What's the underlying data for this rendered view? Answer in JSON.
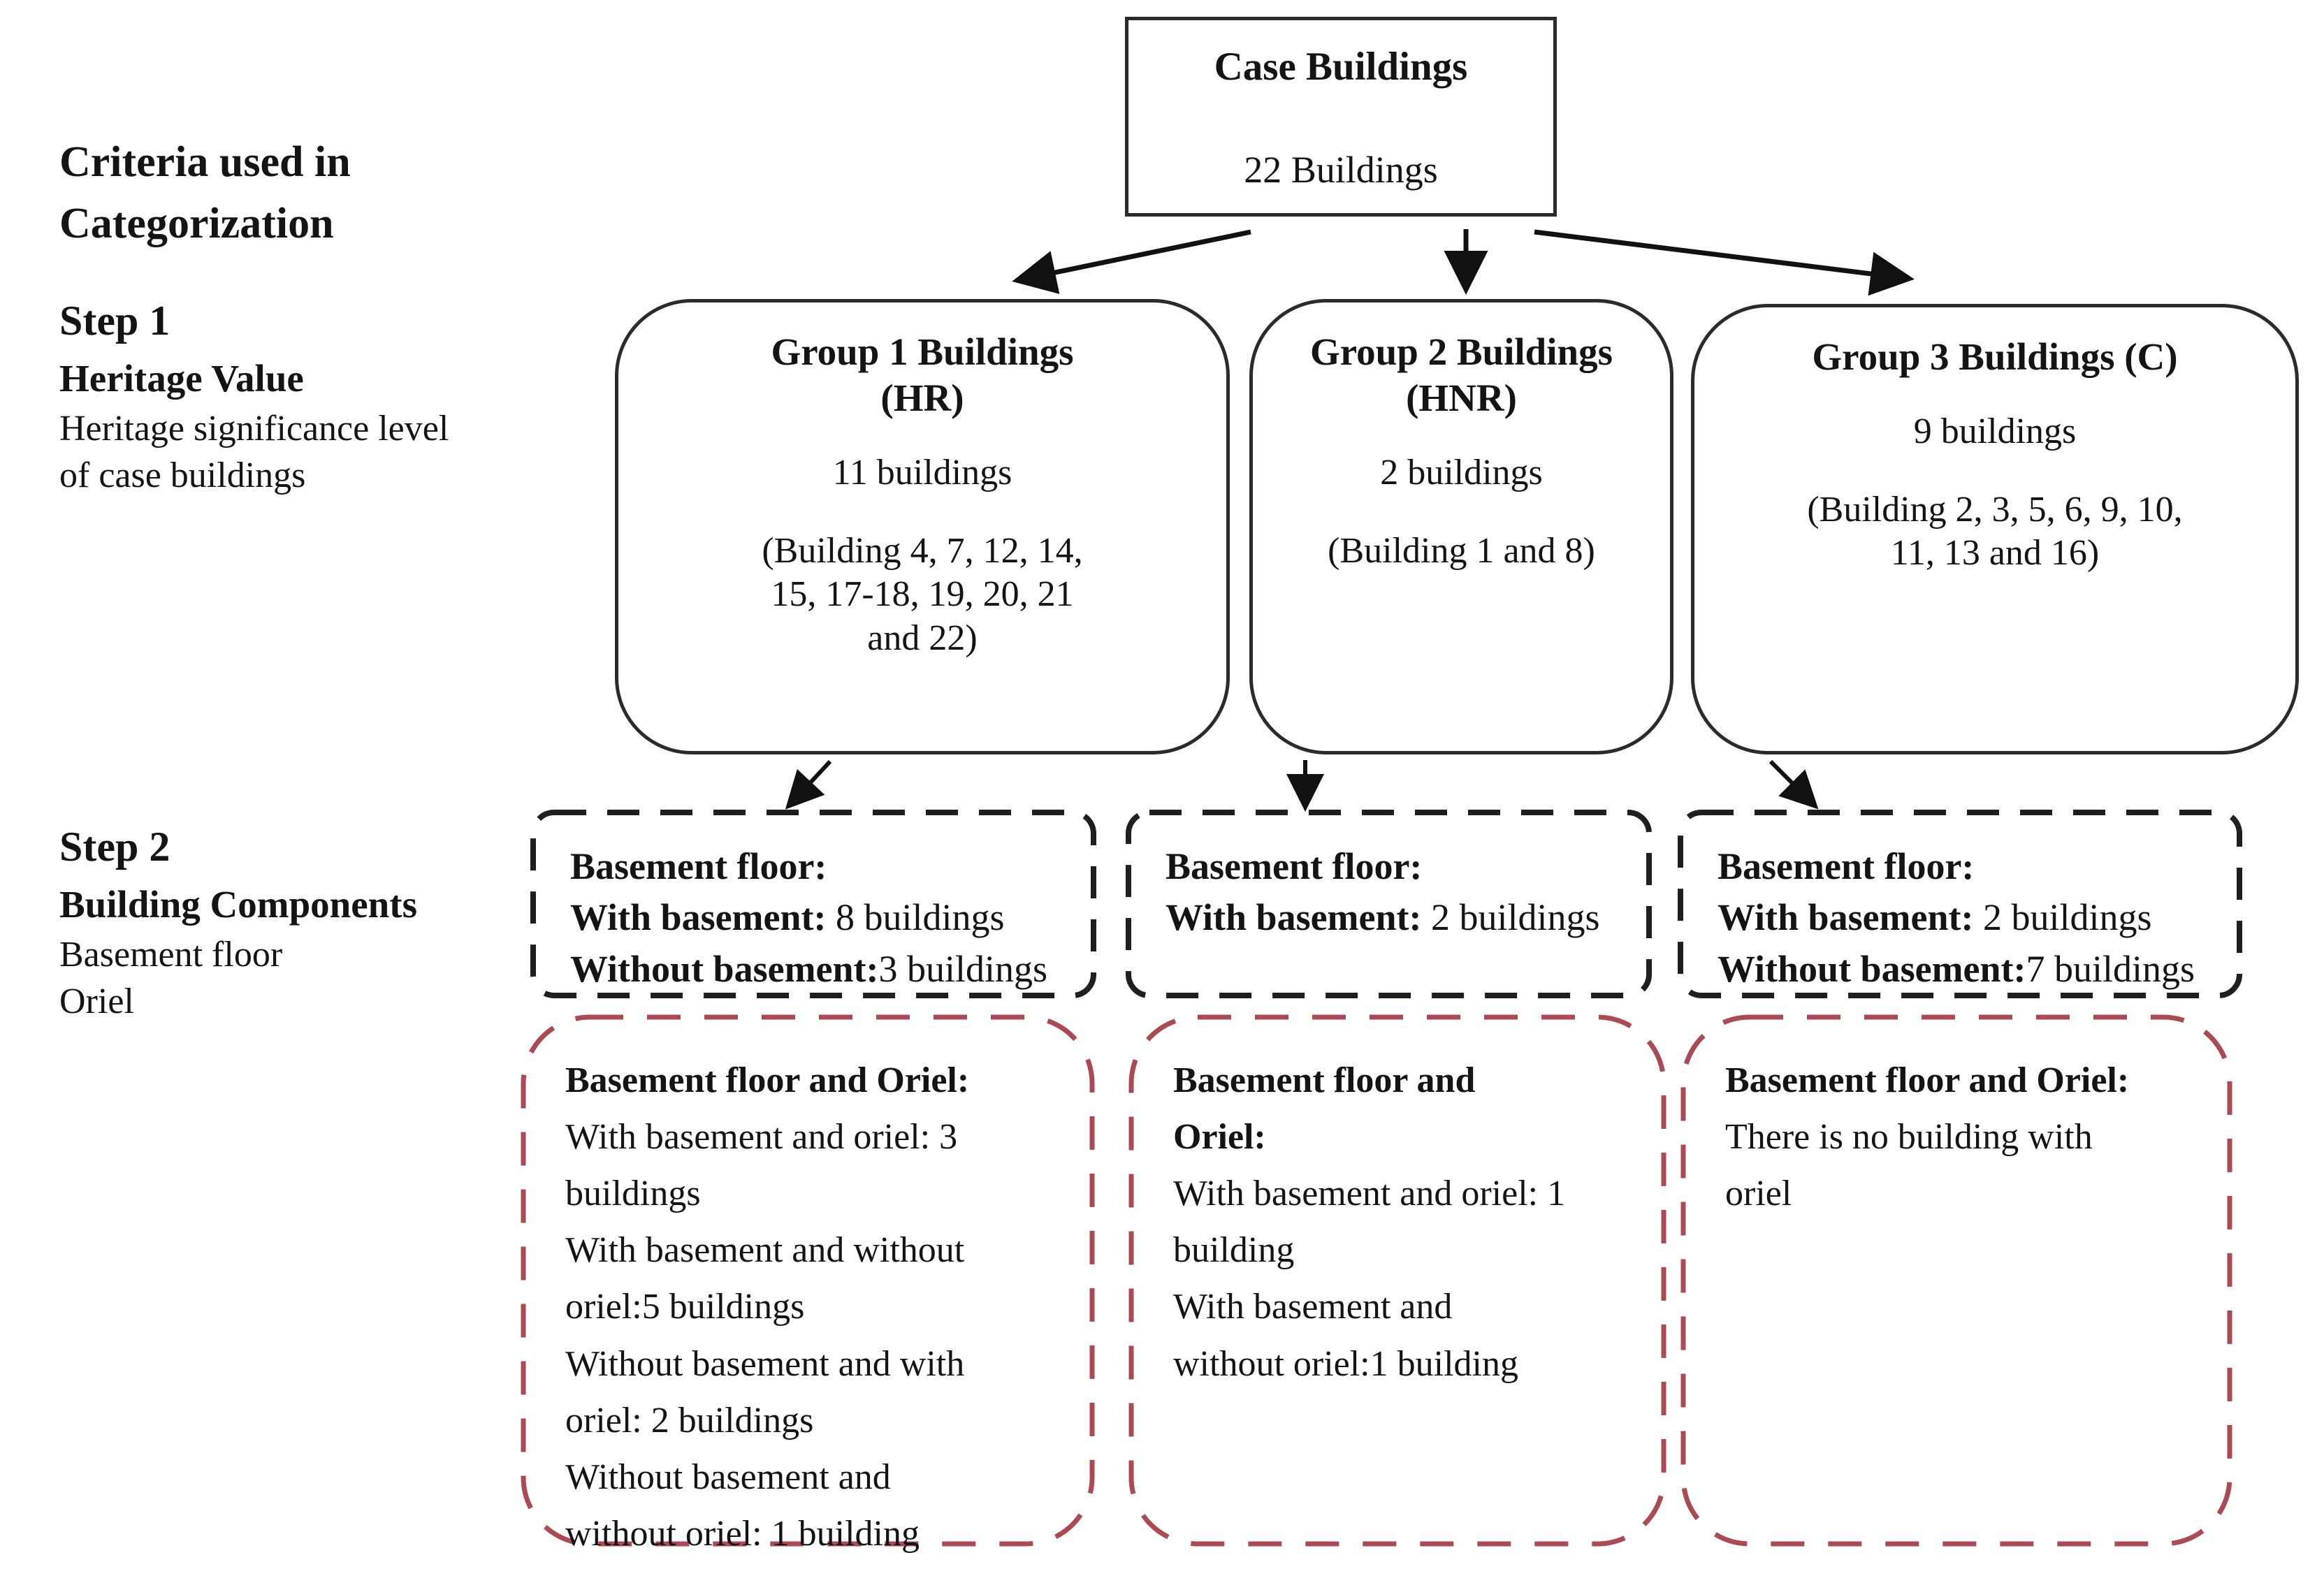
{
  "colors": {
    "text": "#141414",
    "solid_border": "#2b2b2b",
    "black_dash_border": "#1f1f1f",
    "red_dash_border": "#ab4a52"
  },
  "left_column": {
    "criteria_heading_lines": [
      "Criteria used in",
      "Categorization"
    ],
    "steps": [
      {
        "title": "Step 1",
        "subtitle": "Heritage Value",
        "description_lines": [
          "Heritage significance level",
          "of case buildings"
        ]
      },
      {
        "title": "Step 2",
        "subtitle": "Building Components",
        "description_lines": [
          "Basement floor",
          "Oriel"
        ]
      }
    ]
  },
  "root_box": {
    "title": "Case Buildings",
    "subtitle": "22 Buildings"
  },
  "groups": [
    {
      "title_lines": [
        "Group 1 Buildings",
        "(HR)"
      ],
      "count": "11 buildings",
      "members_lines": [
        "(Building 4, 7, 12, 14,",
        "15, 17-18, 19, 20, 21",
        "and 22)"
      ]
    },
    {
      "title_lines": [
        "Group 2 Buildings",
        "(HNR)"
      ],
      "count": "2 buildings",
      "members_lines": [
        "(Building 1 and 8)"
      ]
    },
    {
      "title_lines": [
        "Group 3 Buildings (C)"
      ],
      "count": "9 buildings",
      "members_lines": [
        "(Building 2, 3, 5, 6, 9, 10,",
        "11, 13 and 16)"
      ]
    }
  ],
  "basement_boxes": [
    {
      "heading": "Basement floor:",
      "rows": [
        {
          "label": "With basement:",
          "value": " 8 buildings"
        },
        {
          "label": "Without basement:",
          "value": "3 buildings"
        }
      ]
    },
    {
      "heading": "Basement floor:",
      "rows": [
        {
          "label": "With basement:",
          "value": " 2 buildings"
        }
      ]
    },
    {
      "heading": "Basement floor:",
      "rows": [
        {
          "label": "With basement:",
          "value": " 2 buildings"
        },
        {
          "label": "Without basement:",
          "value": "7 buildings"
        }
      ]
    }
  ],
  "oriel_boxes": [
    {
      "heading_lines": [
        "Basement floor and Oriel:"
      ],
      "body_lines": [
        "With basement and oriel: 3",
        "buildings",
        "With basement and without",
        "oriel:5 buildings",
        "Without basement and with",
        "oriel: 2 buildings",
        "Without basement and",
        "without oriel: 1 building"
      ]
    },
    {
      "heading_lines": [
        "Basement floor and",
        "Oriel:"
      ],
      "body_lines": [
        "With basement and oriel: 1",
        "building",
        "With basement and",
        "without oriel:1 building"
      ]
    },
    {
      "heading_lines": [
        "Basement floor and Oriel:"
      ],
      "body_lines": [
        "There is no building with",
        "oriel"
      ]
    }
  ]
}
